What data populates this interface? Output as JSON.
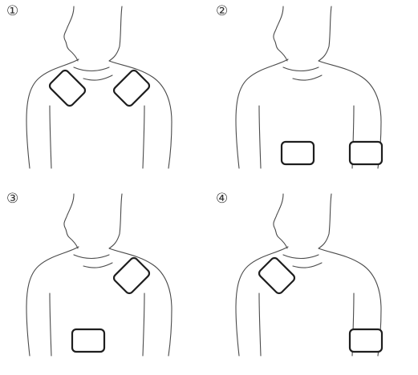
{
  "figure": {
    "panels": [
      {
        "label": "①",
        "pads": [
          "left-upper-chest",
          "right-upper-chest"
        ]
      },
      {
        "label": "②",
        "pads": [
          "left-lower-abdomen",
          "right-lower-abdomen"
        ]
      },
      {
        "label": "③",
        "pads": [
          "right-upper-chest",
          "left-lower-abdomen"
        ]
      },
      {
        "label": "④",
        "pads": [
          "left-upper-chest",
          "right-lower-abdomen"
        ]
      }
    ]
  }
}
